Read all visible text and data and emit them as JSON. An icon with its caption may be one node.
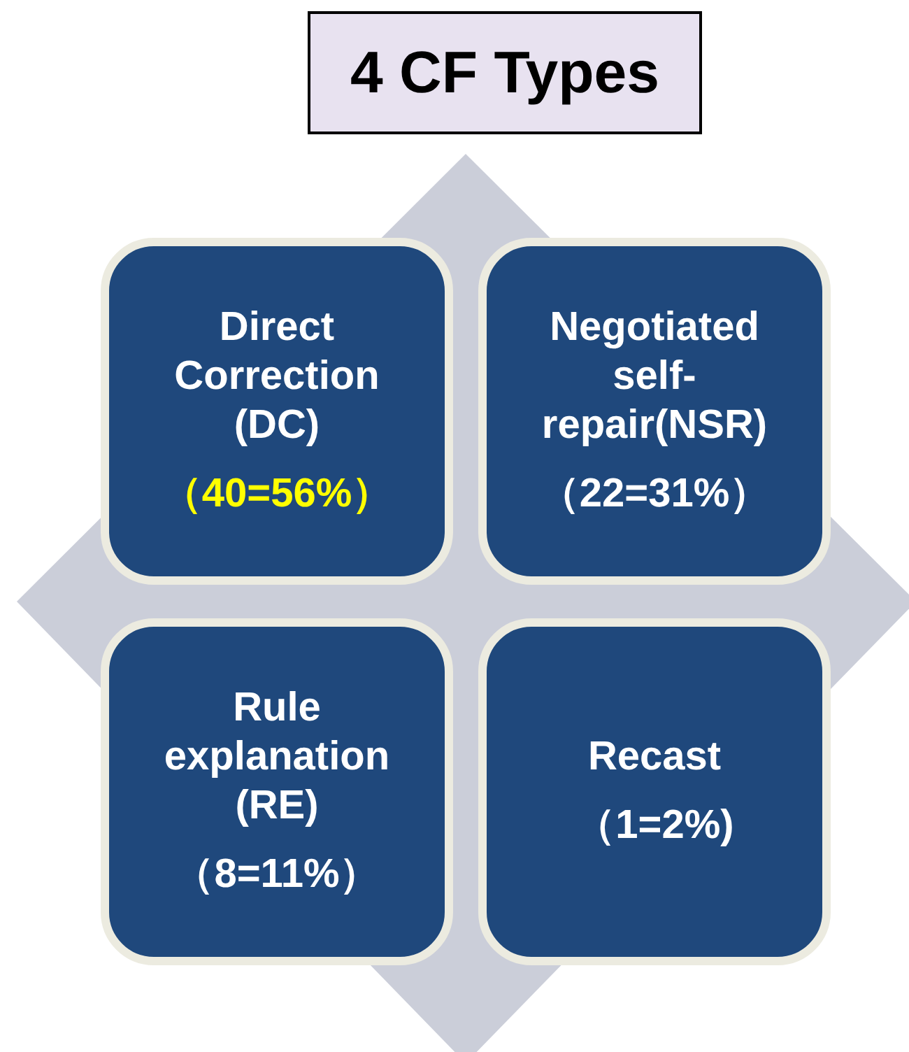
{
  "diagram": {
    "title": "4 CF Types",
    "nodes": [
      {
        "text": [
          "Direct Correction (DC)",
          "（40=56%）"
        ]
      },
      {
        "text": [
          "Negotiated self-repair(NSR)",
          "（22=31%）"
        ]
      },
      {
        "text": [
          "Rule explanation (RE)",
          "（8=11%）"
        ]
      },
      {
        "text": [
          "Recast",
          "（1=2%)"
        ]
      }
    ]
  }
}
